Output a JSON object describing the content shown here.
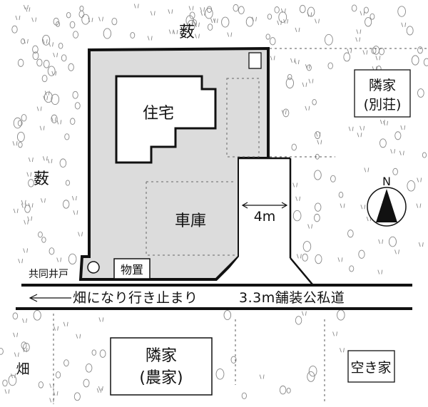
{
  "labels": {
    "thicket_top": "薮",
    "thicket_left": "薮",
    "house": "住宅",
    "garage": "車庫",
    "storage": "物置",
    "shared_well": "共同井戸",
    "road_width": "4m",
    "dead_end": "畑になり行き止まり",
    "private_road": "3.3m舗装公私道",
    "neighbor_villa_line1": "隣家",
    "neighbor_villa_line2": "(別荘)",
    "neighbor_farm_line1": "隣家",
    "neighbor_farm_line2": "(農家)",
    "vacant_house": "空き家",
    "field": "畑",
    "north": "N"
  },
  "colors": {
    "lot_fill": "#dcdcdc",
    "line": "#111111",
    "paper": "#ffffff"
  }
}
